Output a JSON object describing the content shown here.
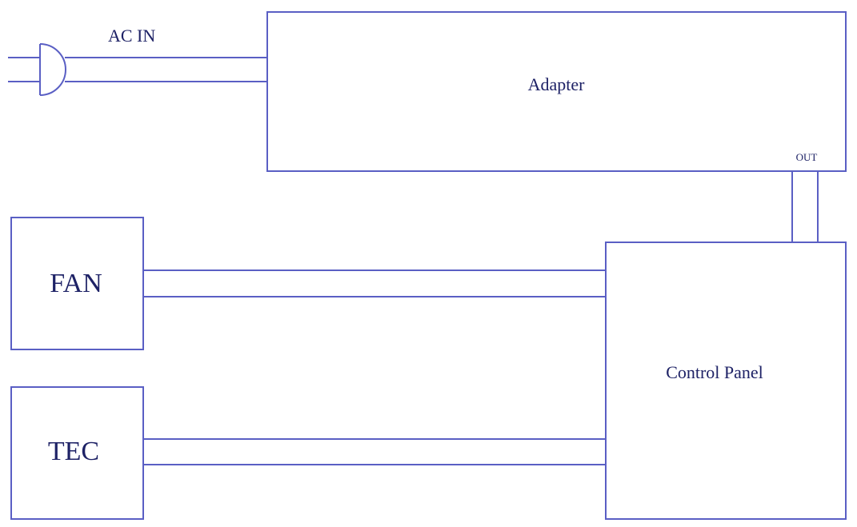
{
  "diagram": {
    "plug": {
      "label": "AC IN"
    },
    "adapter": {
      "label": "Adapter",
      "out_label": "OUT"
    },
    "fan": {
      "label": "FAN"
    },
    "tec": {
      "label": "TEC"
    },
    "control_panel": {
      "label": "Control Panel"
    }
  },
  "colors": {
    "line": "#5a5fc4",
    "text": "#1e2266",
    "background": "#ffffff"
  }
}
